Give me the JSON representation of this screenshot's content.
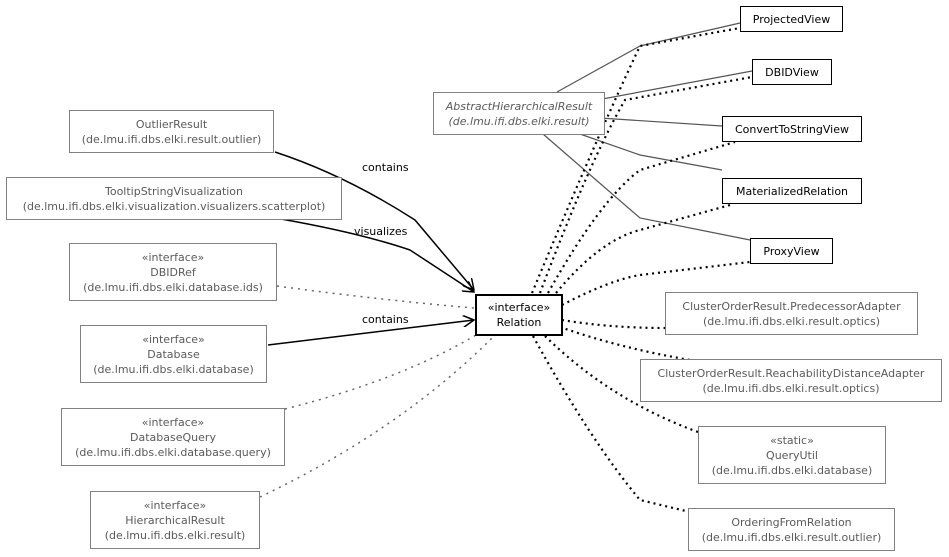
{
  "nodes": {
    "relation": {
      "stereotype": "«interface»",
      "name": "Relation"
    },
    "outlier_result": {
      "name": "OutlierResult",
      "package": "(de.lmu.ifi.dbs.elki.result.outlier)"
    },
    "tooltip_viz": {
      "name": "TooltipStringVisualization",
      "package": "(de.lmu.ifi.dbs.elki.visualization.visualizers.scatterplot)"
    },
    "dbidref": {
      "stereotype": "«interface»",
      "name": "DBIDRef",
      "package": "(de.lmu.ifi.dbs.elki.database.ids)"
    },
    "database": {
      "stereotype": "«interface»",
      "name": "Database",
      "package": "(de.lmu.ifi.dbs.elki.database)"
    },
    "database_query": {
      "stereotype": "«interface»",
      "name": "DatabaseQuery",
      "package": "(de.lmu.ifi.dbs.elki.database.query)"
    },
    "hierarchical_result": {
      "stereotype": "«interface»",
      "name": "HierarchicalResult",
      "package": "(de.lmu.ifi.dbs.elki.result)"
    },
    "abstract_hierarchical_result": {
      "name": "AbstractHierarchicalResult",
      "package": "(de.lmu.ifi.dbs.elki.result)"
    },
    "projected_view": {
      "name": "ProjectedView"
    },
    "dbid_view": {
      "name": "DBIDView"
    },
    "convert_to_string_view": {
      "name": "ConvertToStringView"
    },
    "materialized_relation": {
      "name": "MaterializedRelation"
    },
    "proxy_view": {
      "name": "ProxyView"
    },
    "predecessor_adapter": {
      "name": "ClusterOrderResult.PredecessorAdapter",
      "package": "(de.lmu.ifi.dbs.elki.result.optics)"
    },
    "reachability_adapter": {
      "name": "ClusterOrderResult.ReachabilityDistanceAdapter",
      "package": "(de.lmu.ifi.dbs.elki.result.optics)"
    },
    "query_util": {
      "stereotype": "«static»",
      "name": "QueryUtil",
      "package": "(de.lmu.ifi.dbs.elki.database)"
    },
    "ordering_from_relation": {
      "name": "OrderingFromRelation",
      "package": "(de.lmu.ifi.dbs.elki.result.outlier)"
    }
  },
  "edge_labels": {
    "outlier_contains": "contains",
    "tooltip_visualizes": "visualizes",
    "database_contains": "contains"
  }
}
